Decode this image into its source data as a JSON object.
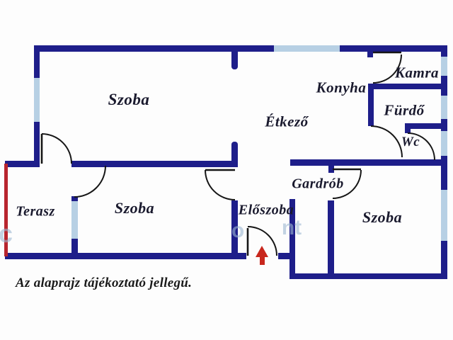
{
  "caption": "Az alaprajz tájékoztató jellegű.",
  "rooms": {
    "szoba_top": {
      "label": "Szoba"
    },
    "etkezo": {
      "label": "Étkező"
    },
    "konyha": {
      "label": "Konyha"
    },
    "kamra": {
      "label": "Kamra"
    },
    "furdo": {
      "label": "Fürdő"
    },
    "wc": {
      "label": "Wc"
    },
    "gardrob": {
      "label": "Gardrób"
    },
    "eloszoba": {
      "label": "Előszoba"
    },
    "szoba_bottom_left": {
      "label": "Szoba"
    },
    "szoba_bottom_right": {
      "label": "Szoba"
    },
    "terasz": {
      "label": "Terasz"
    }
  },
  "watermark": {
    "fragments": [
      "c",
      "o",
      "nt"
    ]
  },
  "entrance": {
    "marker": "red arrow pointing up at main entrance door"
  },
  "colors": {
    "wall": "#1e1e8a",
    "window": "#b7d0e4",
    "terrace_edge": "#b8252e",
    "door": "#161616",
    "arrow": "#c8271d",
    "label": "#1a1a2e",
    "watermark": "#9db8d2"
  }
}
